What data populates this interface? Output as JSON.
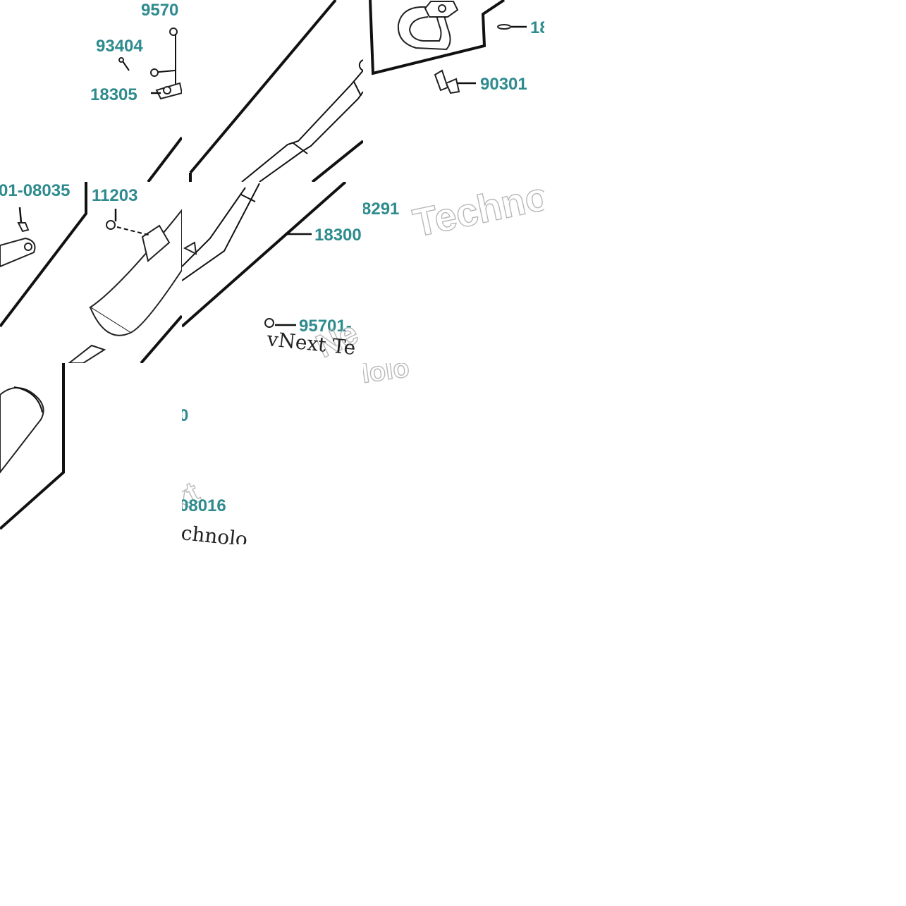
{
  "labels": {
    "t1_957": "9570",
    "t1_93404": "93404",
    "t1_18305": "18305",
    "t3_18": "18",
    "t3_90301": "90301",
    "t4_08035": "01-08035",
    "t5_11203": "11203",
    "t6_18300": "18300",
    "t6_95701": "95701-",
    "t7_8291": "8291",
    "t8_0": "0",
    "t8_08016": "08016"
  },
  "watermarks": {
    "techno_outline": "Techno",
    "vnext_serif": "vNext Te",
    "next_outline": "Ne",
    "xt_outline": "xt",
    "chnolo_serif": "chnolo",
    "olo_outline": "olo",
    "ologi_outline": "lolo"
  }
}
